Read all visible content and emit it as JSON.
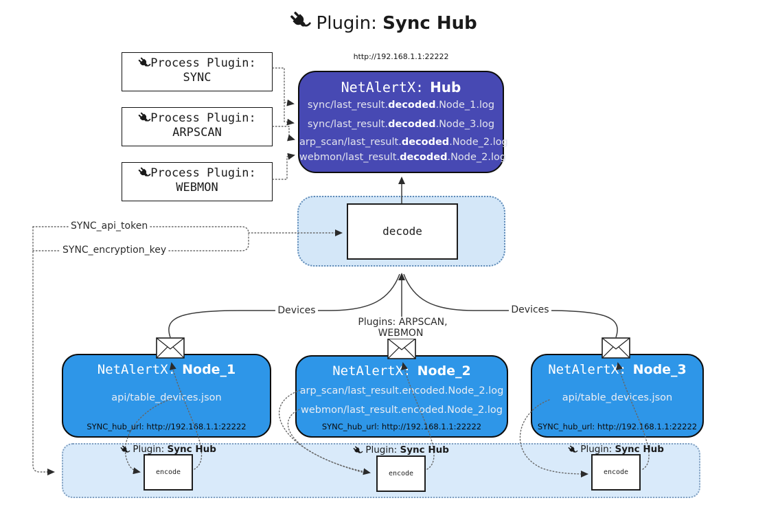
{
  "title": {
    "prefix": "Plugin:",
    "name": "Sync Hub",
    "icon": "plug-icon"
  },
  "hub": {
    "url": "http://192.168.1.1:22222",
    "title_prefix": "NetAlertX:",
    "title_name": "Hub",
    "files": [
      {
        "pre": "sync/last_result.",
        "bold": "decoded",
        "post": ".Node_1.log"
      },
      {
        "pre": "sync/last_result.",
        "bold": "decoded",
        "post": ".Node_3.log"
      },
      {
        "pre": "arp_scan/last_result.",
        "bold": "decoded",
        "post": ".Node_2.log"
      },
      {
        "pre": "webmon/last_result.",
        "bold": "decoded",
        "post": ".Node_2.log"
      }
    ]
  },
  "process_plugins": [
    {
      "label": "Process Plugin:",
      "name": "SYNC"
    },
    {
      "label": "Process Plugin:",
      "name": "ARPSCAN"
    },
    {
      "label": "Process Plugin:",
      "name": "WEBMON"
    }
  ],
  "decode_box": {
    "label": "decode"
  },
  "edge_labels": {
    "api_token": "SYNC_api_token",
    "encryption_key": "SYNC_encryption_key",
    "devices_left": "Devices",
    "plugins_center": "Plugins: ARPSCAN, WEBMON",
    "devices_right": "Devices"
  },
  "nodes": [
    {
      "title_prefix": "NetAlertX:",
      "title_name": "Node_1",
      "files": [
        "api/table_devices.json"
      ],
      "hub_url": "SYNC_hub_url: http://192.168.1.1:22222"
    },
    {
      "title_prefix": "NetAlertX:",
      "title_name": "Node_2",
      "files": [
        "arp_scan/last_result.encoded.Node_2.log",
        "webmon/last_result.encoded.Node_2.log"
      ],
      "hub_url": "SYNC_hub_url: http://192.168.1.1:22222"
    },
    {
      "title_prefix": "NetAlertX:",
      "title_name": "Node_3",
      "files": [
        "api/table_devices.json"
      ],
      "hub_url": "SYNC_hub_url: http://192.168.1.1:22222"
    }
  ],
  "encoders": [
    {
      "prefix": "Plugin:",
      "name": "Sync Hub",
      "box_label": "encode"
    },
    {
      "prefix": "Plugin:",
      "name": "Sync Hub",
      "box_label": "encode"
    },
    {
      "prefix": "Plugin:",
      "name": "Sync Hub",
      "box_label": "encode"
    }
  ],
  "colors": {
    "hub_fill": "#4749b3",
    "node_fill": "#2e96e8",
    "band_fill": "#d9eafa",
    "decode_container_fill": "#d4e7f8",
    "edge": "#3a3a3a",
    "dotted_edge": "#666666"
  }
}
